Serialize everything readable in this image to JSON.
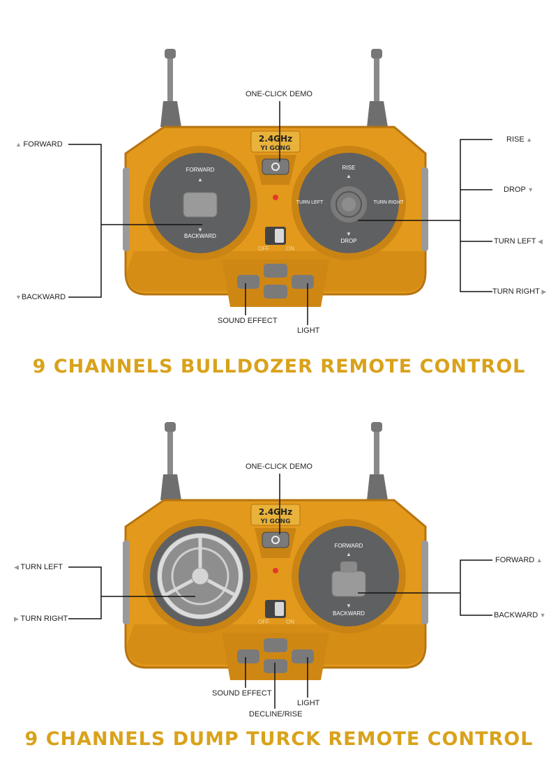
{
  "colors": {
    "accent": "#d9a21b",
    "body": "#e3991c",
    "dial": "#5f6062"
  },
  "top": {
    "title": "9 CHANNELS BULLDOZER REMOTE CONTROL",
    "brand": "2.4GHz",
    "brand_sub": "YI GONG",
    "left_dial": {
      "up": "FORWARD",
      "down": "BACKWARD"
    },
    "right_dial": {
      "up": "RISE",
      "down": "DROP",
      "left": "TURN LEFT",
      "right": "TURN RIGHT"
    },
    "switch": {
      "off": "OFF",
      "on": "ON"
    },
    "callouts": {
      "demo": "ONE-CLICK DEMO",
      "forward": "FORWARD",
      "backward": "BACKWARD",
      "rise": "RISE",
      "drop": "DROP",
      "turn_left": "TURN LEFT",
      "turn_right": "TURN RIGHT",
      "sound": "SOUND EFFECT",
      "light": "LIGHT"
    }
  },
  "bottom": {
    "title": "9 CHANNELS DUMP TURCK REMOTE CONTROL",
    "brand": "2.4GHz",
    "brand_sub": "YI GONG",
    "right_dial": {
      "up": "FORWARD",
      "down": "BACKWARD"
    },
    "switch": {
      "off": "OFF",
      "on": "ON"
    },
    "callouts": {
      "demo": "ONE-CLICK DEMO",
      "turn_left": "TURN LEFT",
      "turn_right": "TURN RIGHT",
      "forward": "FORWARD",
      "backward": "BACKWARD",
      "sound": "SOUND EFFECT",
      "decline": "DECLINE/RISE",
      "light": "LIGHT"
    }
  }
}
